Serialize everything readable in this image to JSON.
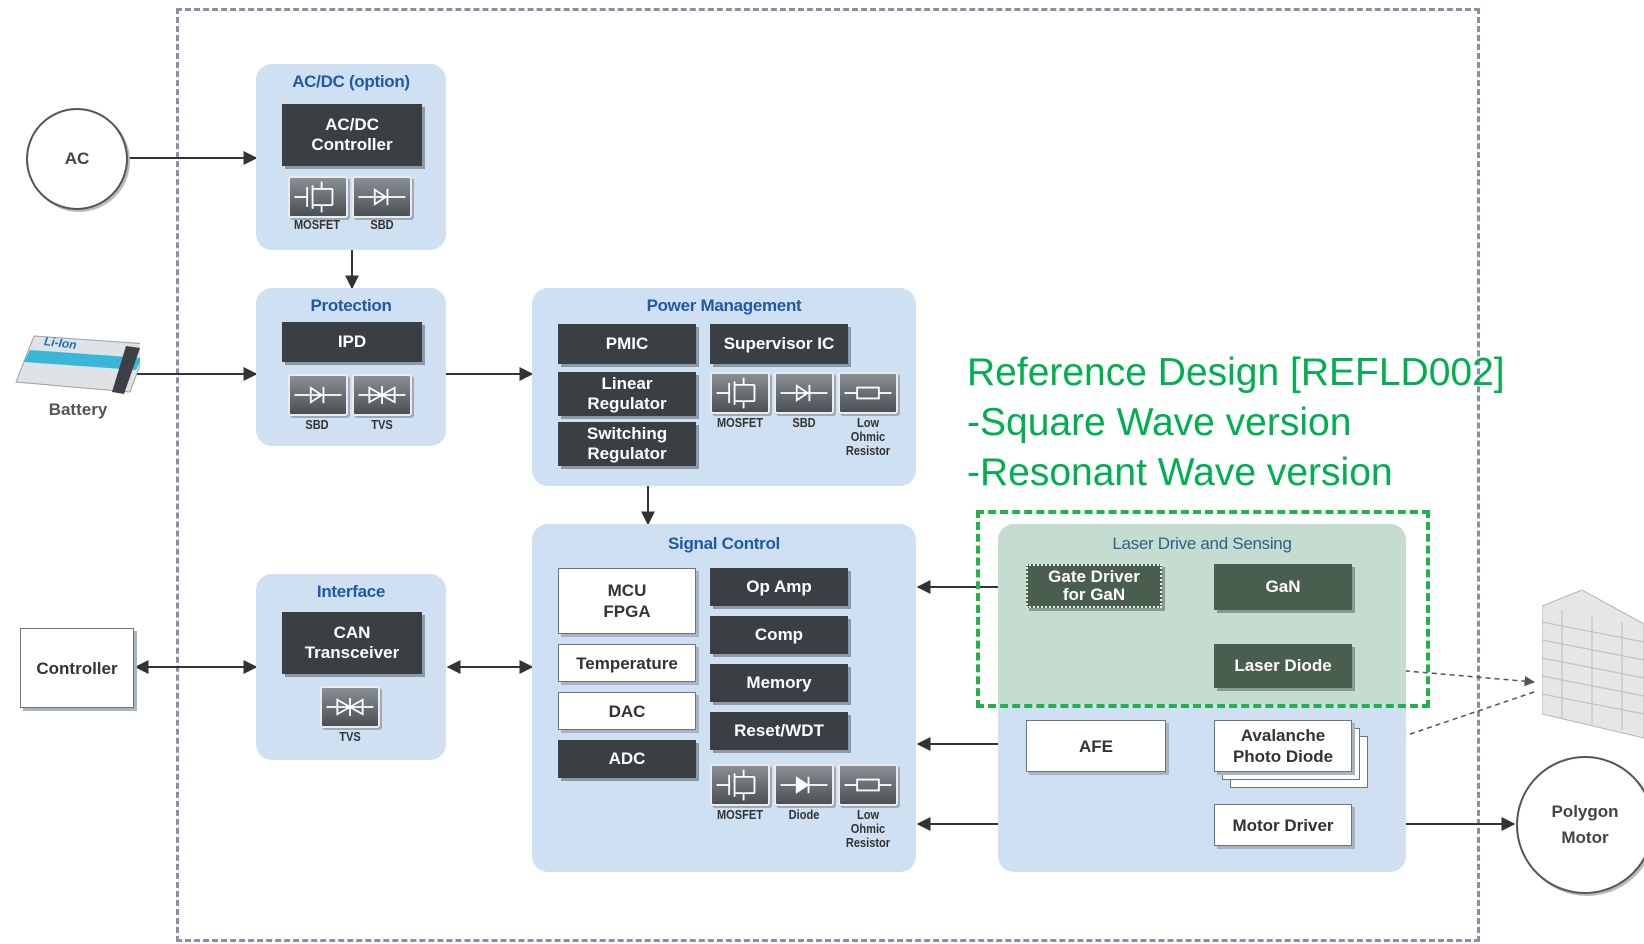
{
  "external": {
    "ac": "AC",
    "battery_badge": "Li-Ion",
    "battery_label": "Battery",
    "controller": "Controller",
    "polygon_motor": [
      "Polygon",
      "Motor"
    ]
  },
  "acdc": {
    "title": "AC/DC (option)",
    "controller": [
      "AC/DC",
      "Controller"
    ],
    "components": [
      "MOSFET",
      "SBD"
    ]
  },
  "protection": {
    "title": "Protection",
    "ipd": "IPD",
    "components": [
      "SBD",
      "TVS"
    ]
  },
  "interface": {
    "title": "Interface",
    "can": [
      "CAN",
      "Transceiver"
    ],
    "components": [
      "TVS"
    ]
  },
  "power_management": {
    "title": "Power Management",
    "pmic": "PMIC",
    "supervisor": "Supervisor IC",
    "linear": [
      "Linear",
      "Regulator"
    ],
    "switching": [
      "Switching",
      "Regulator"
    ],
    "components": [
      "MOSFET",
      "SBD"
    ],
    "resistor": [
      "Low",
      "Ohmic",
      "Resistor"
    ]
  },
  "signal_control": {
    "title": "Signal Control",
    "mcu": [
      "MCU",
      "FPGA"
    ],
    "temperature": "Temperature",
    "dac": "DAC",
    "adc": "ADC",
    "op_amp": "Op Amp",
    "comp": "Comp",
    "memory": "Memory",
    "reset": "Reset/WDT",
    "components": [
      "MOSFET",
      "Diode"
    ],
    "resistor": [
      "Low",
      "Ohmic",
      "Resistor"
    ]
  },
  "laser": {
    "title": "Laser Drive and Sensing",
    "gate_driver": [
      "Gate Driver",
      "for GaN"
    ],
    "gan": "GaN",
    "laser_diode": "Laser Diode",
    "afe": "AFE",
    "apd": [
      "Avalanche",
      "Photo Diode"
    ],
    "motor_driver": "Motor Driver"
  },
  "reference": {
    "lines": [
      "Reference Design [REFLD002]",
      "-Square Wave version",
      "-Resonant Wave version"
    ],
    "color": "#00b050"
  },
  "colors": {
    "group_bg": "#cfe0f2",
    "dark_box": "#3a3f44",
    "title_blue": "#1f5aa6",
    "gan_box": "#4a5e50"
  }
}
